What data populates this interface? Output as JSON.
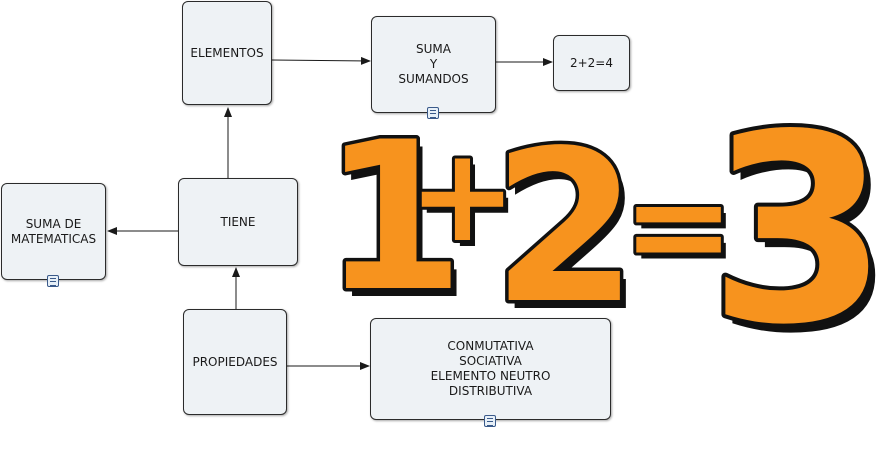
{
  "nodes": {
    "elementos": "ELEMENTOS",
    "suma_y_sumandos": "SUMA\nY\nSUMANDOS",
    "ejemplo": "2+2=4",
    "tiene": "TIENE",
    "suma_de_matematicas": "SUMA DE\nMATEMATICAS",
    "propiedades": "PROPIEDADES",
    "lista_propiedades": "CONMUTATIVA\nSOCIATIVA\nELEMENTO NEUTRO\nDISTRIBUTIVA"
  },
  "illustration": {
    "chars": [
      "1",
      "+",
      "2",
      "=",
      "3"
    ],
    "fill_color": "#f7931e",
    "outline_color": "#111111"
  },
  "colors": {
    "node_background": "#eef2f5",
    "node_border": "#2b2b2b",
    "connector": "#1a1a1a"
  }
}
